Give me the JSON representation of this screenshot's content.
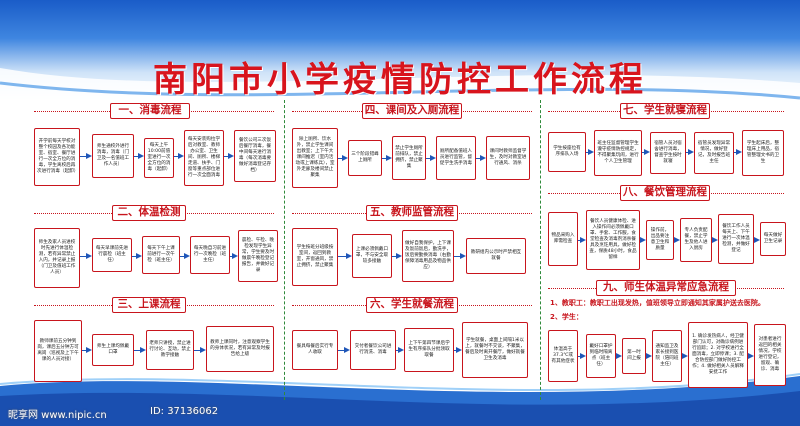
{
  "title": "南阳市小学疫情防控工作流程",
  "sections": {
    "disinfect": "一、消毒流程",
    "temp": "二、体温检测",
    "class": "三、上课流程",
    "entry": "四、课间及入厕流程",
    "teacher": "五、教师监管流程",
    "meal": "六、学生就餐流程",
    "sleep": "七、学生就寝流程",
    "food": "八、餐饮管理流程",
    "abnormal": "九、师生体温异常应急流程"
  },
  "boxes": {
    "d1": "开学前每天学校对整个校园及各功能室、宿室、餐厅进行一次全方位的消毒，学生离校后再次进行消毒（起卸）",
    "d2": "师生通校外进行消毒，消毒（门卫及一名值班工作人员）",
    "d3": "每天上午10:00前值室进行一次全方位的消毒（起卸）",
    "d4": "每天安装购拉学后对教室、教师办公室、卫生间、厕所、楼梯走道、扶手、门窗等重点部位进行一次全面消毒",
    "d5": "餐饮公司三次饭后餐厅消毒，餐中间每天进行消毒（每次消毒要做好消毒登记存档）",
    "t1": "师生及家人员进校时先进行体温检测，若有异常禁止入内，并记录上报（门卫及值班工作人员）",
    "t2": "每天早课前先进行晨检（班主任）",
    "t3": "每天下午上课前进行一次午检（班主任）",
    "t4": "每天晚自习前进行一次晚检（班主任）",
    "t5": "晨检、午检、晚检发现学生异常，学生要及时做晨午晚检登记报告，并做好记录",
    "c1": "教师课前五分钟到岗，课后五分钟方可离岗（巡视及上下午课的人员对接）",
    "c2": "师生上课均佩戴口罩",
    "c3": "老师只讲授，禁止进行讨论、互动，禁止教学接触",
    "c4": "教师上课同时，注意观察学生的身体状况，若有异常及时报告给上级",
    "e1": "除上厕所、饮水外，禁止学生课间出教室；上下午大课间推迟（室内活动或上课练兵），室外走廊及楼间禁止聚集",
    "e2": "三个阶段错峰上厕所",
    "e3": "禁止学生厕所前排队，禁止拥挤，禁止聚集",
    "e4": "厕所配备值班人员进行监管，督促学生洗手消毒",
    "e5": "课间时教师监督学生，及时对教室进行通风、消杀",
    "s1": "学生按座位有序排队入场",
    "s2": "班主任监督管理学生遵守疫情防控规定，不得聚集玩闹，进行个人卫生管理",
    "s3": "宿管人员对宿舍进行消毒，督查学生按时就寝",
    "s4": "宿管员发现异常情况，做好登记，及时报告班主任",
    "s5": "学生起床后，整理床上用品，宿管整理文书的卫生",
    "m1": "学生按班分班级按室间，返回到教室，开窗通风，禁止拥挤，禁止聚集",
    "m2": "上课必须佩戴口罩，不与安全取较多接触",
    "m3": "做好自我保护，上下课及饭前饭后，勤洗手，饭后要勤换消毒（右勤保障消毒用品及物品供应）",
    "m4": "教研组内公示时严禁相互就餐",
    "f1": "物品采购入库需检查",
    "f2": "餐饮人员健康体检、进入操作间必须佩戴口罩、手套、工作服，食堂检查及消毒剂消杀餐具及烹饪用具，做好检查，保质48小时，食品留样",
    "f3": "操作前，出品要注意卫生和质量",
    "f4": "专人负责配餐，禁止学生及他人进入厨房",
    "f5": "餐饮工作人员每天上、下午进行一次体温检测，并做好登记",
    "f6": "每天做好卫生记录",
    "ml1": "餐具每餐后实行专人收取",
    "ml2": "交付者餐饮公司进行消洗、消毒",
    "ml3": "上下午第四节课后学生有序排队分批领取取餐",
    "ml4": "学生就餐，桌面上间隔1米以上，就餐时不交谈，不聚集，餐后及时离开餐厅，做好就餐卫生及消毒",
    "a1": "体温高于37.3℃或有其他症状",
    "a2": "戴好口罩护到临时隔离点（班主任）",
    "a3": "第一时间上报",
    "a4": "通知监卫及家长接到医院（陪同班主任）",
    "a5": "1. 确诊发热病人，经卫健部门认可，对确诊病例进行追踪；2. 对学校进行全面消毒，立即停课；3. 配合防控部门做好防控工作；4. 做好相关人员解释安抚工作",
    "a6": "对患者进行返回的相关情况，学校进行登记，留观、确诊、消毒"
  },
  "notes": {
    "n1": "1、教职工：教职工出现发热，值班领导立即通知其家属护送去医院。",
    "n2": "2、学生："
  },
  "watermark": "昵享网 www.nipic.cn",
  "id_text": "ID: 37136062"
}
